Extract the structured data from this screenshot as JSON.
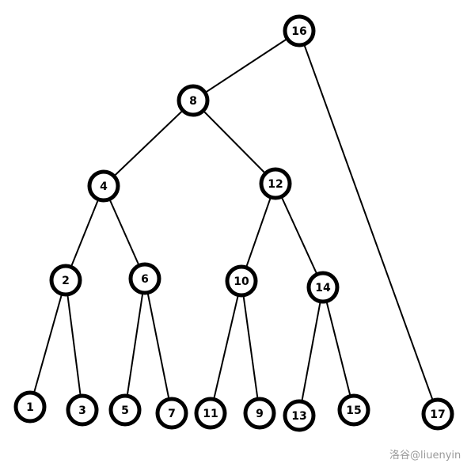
{
  "nodes": [
    {
      "id": "16",
      "label": "16"
    },
    {
      "id": "8",
      "label": "8"
    },
    {
      "id": "4",
      "label": "4"
    },
    {
      "id": "12",
      "label": "12"
    },
    {
      "id": "2",
      "label": "2"
    },
    {
      "id": "6",
      "label": "6"
    },
    {
      "id": "10",
      "label": "10"
    },
    {
      "id": "14",
      "label": "14"
    },
    {
      "id": "1",
      "label": "1"
    },
    {
      "id": "3",
      "label": "3"
    },
    {
      "id": "5",
      "label": "5"
    },
    {
      "id": "7",
      "label": "7"
    },
    {
      "id": "11",
      "label": "11"
    },
    {
      "id": "9",
      "label": "9"
    },
    {
      "id": "13",
      "label": "13"
    },
    {
      "id": "15",
      "label": "15"
    },
    {
      "id": "17",
      "label": "17"
    }
  ],
  "edges": [
    [
      "16",
      "8"
    ],
    [
      "16",
      "17"
    ],
    [
      "8",
      "4"
    ],
    [
      "8",
      "12"
    ],
    [
      "4",
      "2"
    ],
    [
      "4",
      "6"
    ],
    [
      "12",
      "10"
    ],
    [
      "12",
      "14"
    ],
    [
      "2",
      "1"
    ],
    [
      "2",
      "3"
    ],
    [
      "6",
      "5"
    ],
    [
      "6",
      "7"
    ],
    [
      "10",
      "11"
    ],
    [
      "10",
      "9"
    ],
    [
      "14",
      "13"
    ],
    [
      "14",
      "15"
    ]
  ],
  "watermark": "洛谷@liuenyin",
  "colors": {
    "node_fill": "#ffffff",
    "stroke": "#000000",
    "watermark": "#9a9a9a"
  }
}
